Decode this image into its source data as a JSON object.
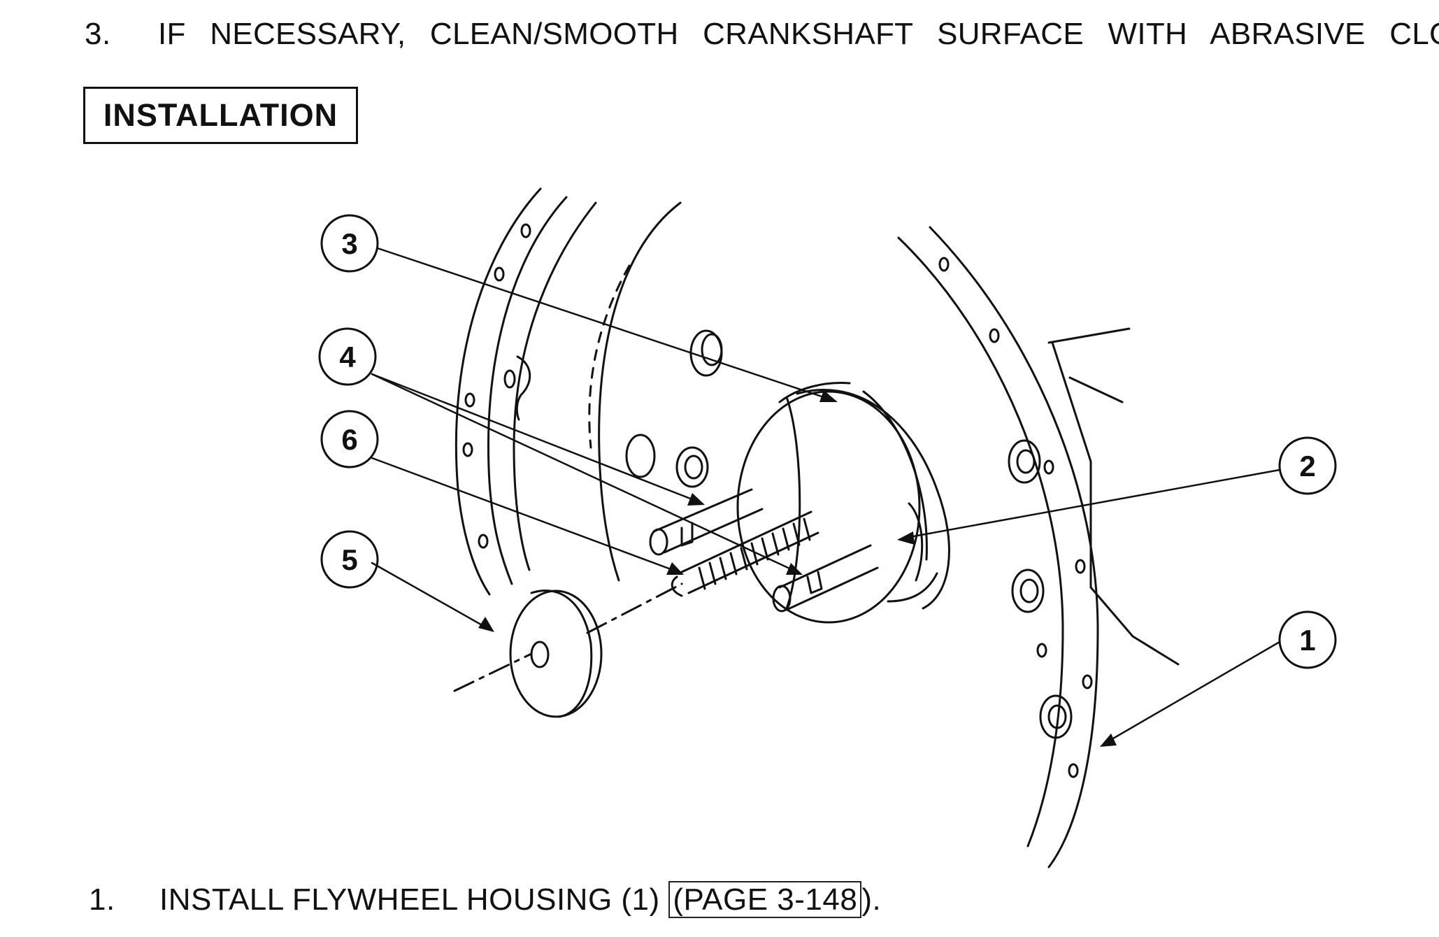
{
  "step3": {
    "number": "3.",
    "text": "IF NECESSARY, CLEAN/SMOOTH CRANKSHAFT SURFACE WITH ABRASIVE CLOTH."
  },
  "section_heading": "INSTALLATION",
  "figure": {
    "callouts": [
      {
        "id": "1",
        "label": "1"
      },
      {
        "id": "2",
        "label": "2"
      },
      {
        "id": "3",
        "label": "3"
      },
      {
        "id": "4",
        "label": "4"
      },
      {
        "id": "5",
        "label": "5"
      },
      {
        "id": "6",
        "label": "6"
      }
    ]
  },
  "step1": {
    "number": "1.",
    "text_before": "INSTALL FLYWHEEL HOUSING (1) ",
    "xref": "(PAGE 3-148",
    "text_after": ")."
  }
}
